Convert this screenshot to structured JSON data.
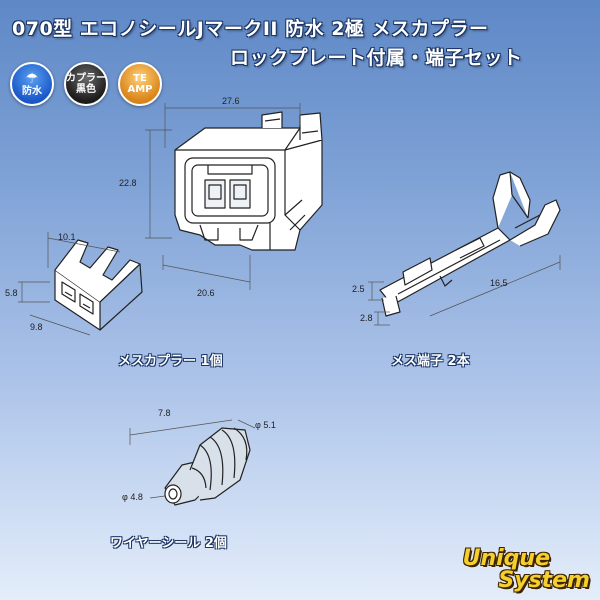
{
  "title": {
    "line1": "070型 エコノシールJマークII 防水 2極 メスカプラー",
    "line2": "ロックプレート付属・端子セット"
  },
  "badges": {
    "waterproof": {
      "label": "防水",
      "icon": "umbrella-icon",
      "color": "#1a58c8"
    },
    "coupler_color": {
      "line1": "カプラー",
      "line2": "黒色",
      "color": "#1c1c1c"
    },
    "maker": {
      "label": "TE AMP",
      "color": "#d98418"
    }
  },
  "housing": {
    "dims": {
      "width": "27.6",
      "height": "22.8",
      "depth": "20.6"
    },
    "caption": "メスカプラー 1個"
  },
  "lock_plate": {
    "dims": {
      "length": "10.1",
      "height": "5.8",
      "width": "9.8"
    }
  },
  "terminal": {
    "dims": {
      "d1": "2.5",
      "d2": "2.8",
      "length": "16.5"
    },
    "caption": "メス端子 2本"
  },
  "seal": {
    "dims": {
      "length": "7.8",
      "outer": "φ 5.1",
      "inner": "φ 4.8"
    },
    "caption": "ワイヤーシール 2個"
  },
  "logo": {
    "line1": "Unique",
    "line2": "System"
  }
}
